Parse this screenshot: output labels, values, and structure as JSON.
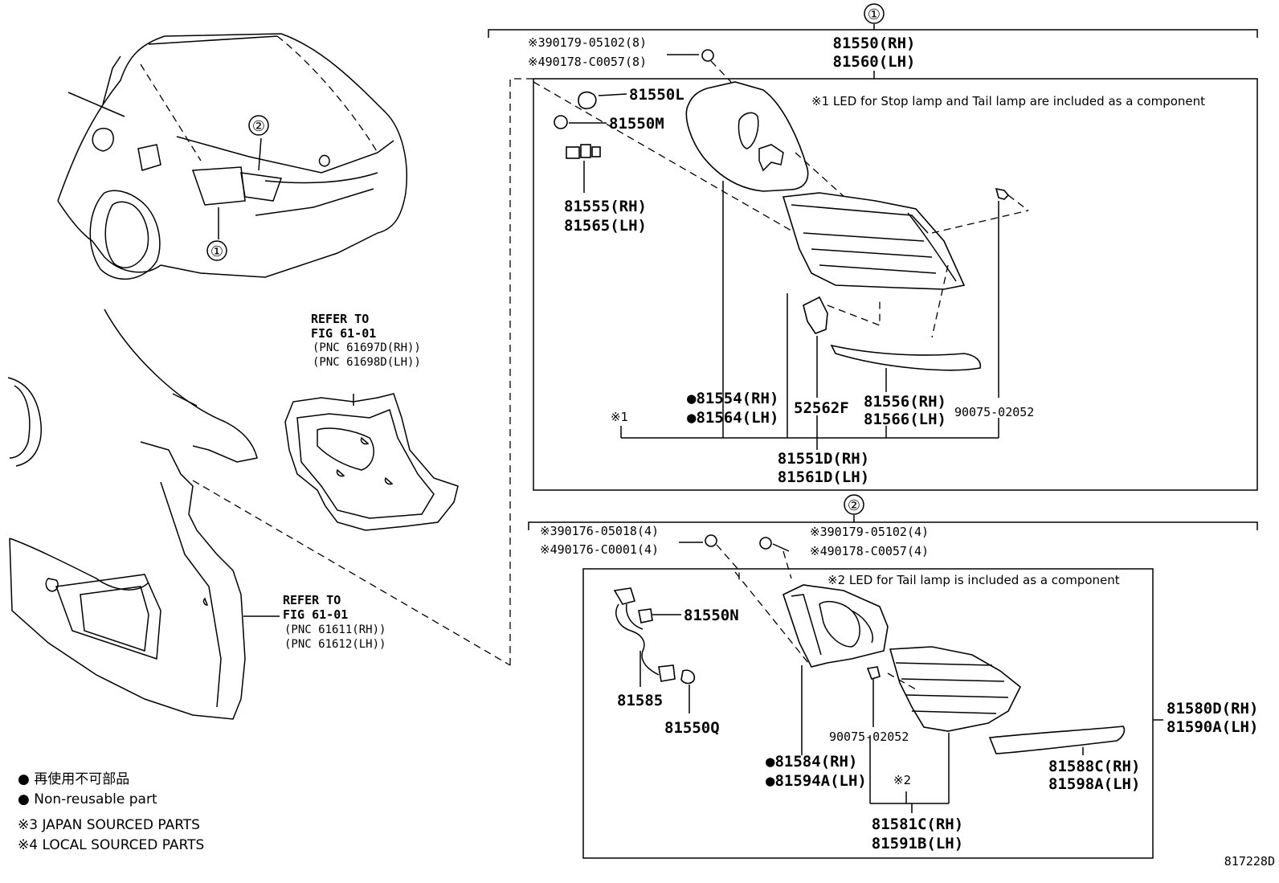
{
  "callouts": {
    "c1": "①",
    "c2": "②"
  },
  "group1": {
    "assy_rh": "81550(RH)",
    "assy_lh": "81560(LH)",
    "screw_japan": "※390179-05102(8)",
    "screw_local": "※490178-C0057(8)",
    "bulb_l": "81550L",
    "bulb_m": "81550M",
    "socket_rh": "81555(RH)",
    "socket_lh": "81565(LH)",
    "note": "※1 LED for Stop lamp and Tail lamp are included as a component",
    "gasket_rh": "●81554(RH)",
    "gasket_lh": "●81564(LH)",
    "retainer": "52562F",
    "reflector_rh": "81556(RH)",
    "reflector_lh": "81566(LH)",
    "screw": "90075-02052",
    "mark1": "※1",
    "lens_rh": "81551D(RH)",
    "lens_lh": "81561D(LH)"
  },
  "group2": {
    "screw_a_japan": "※390176-05018(4)",
    "screw_a_local": "※490176-C0001(4)",
    "screw_b_japan": "※390179-05102(4)",
    "screw_b_local": "※490178-C0057(4)",
    "note": "※2 LED for Tail lamp is included as a component",
    "bulb_n": "81550N",
    "wire": "81585",
    "bulb_q": "81550Q",
    "screw": "90075-02052",
    "gasket_rh": "●81584(RH)",
    "gasket_lh": "●81594A(LH)",
    "mark2": "※2",
    "reflector_rh": "81588C(RH)",
    "reflector_lh": "81598A(LH)",
    "lens_rh": "81581C(RH)",
    "lens_lh": "81591B(LH)",
    "assy_rh": "81580D(RH)",
    "assy_lh": "81590A(LH)"
  },
  "refer1": {
    "line1": "REFER TO",
    "line2": "FIG 61-01",
    "line3": "(PNC 61697D(RH))",
    "line4": "(PNC 61698D(LH))"
  },
  "refer2": {
    "line1": "REFER TO",
    "line2": "FIG 61-01",
    "line3": "(PNC 61611(RH))",
    "line4": "(PNC 61612(LH))"
  },
  "legend": {
    "jp": "● 再使用不可部品",
    "en": "● Non-reusable part",
    "japan": "※3 JAPAN SOURCED PARTS",
    "local": "※4 LOCAL SOURCED PARTS"
  },
  "figure_id": "817228D"
}
